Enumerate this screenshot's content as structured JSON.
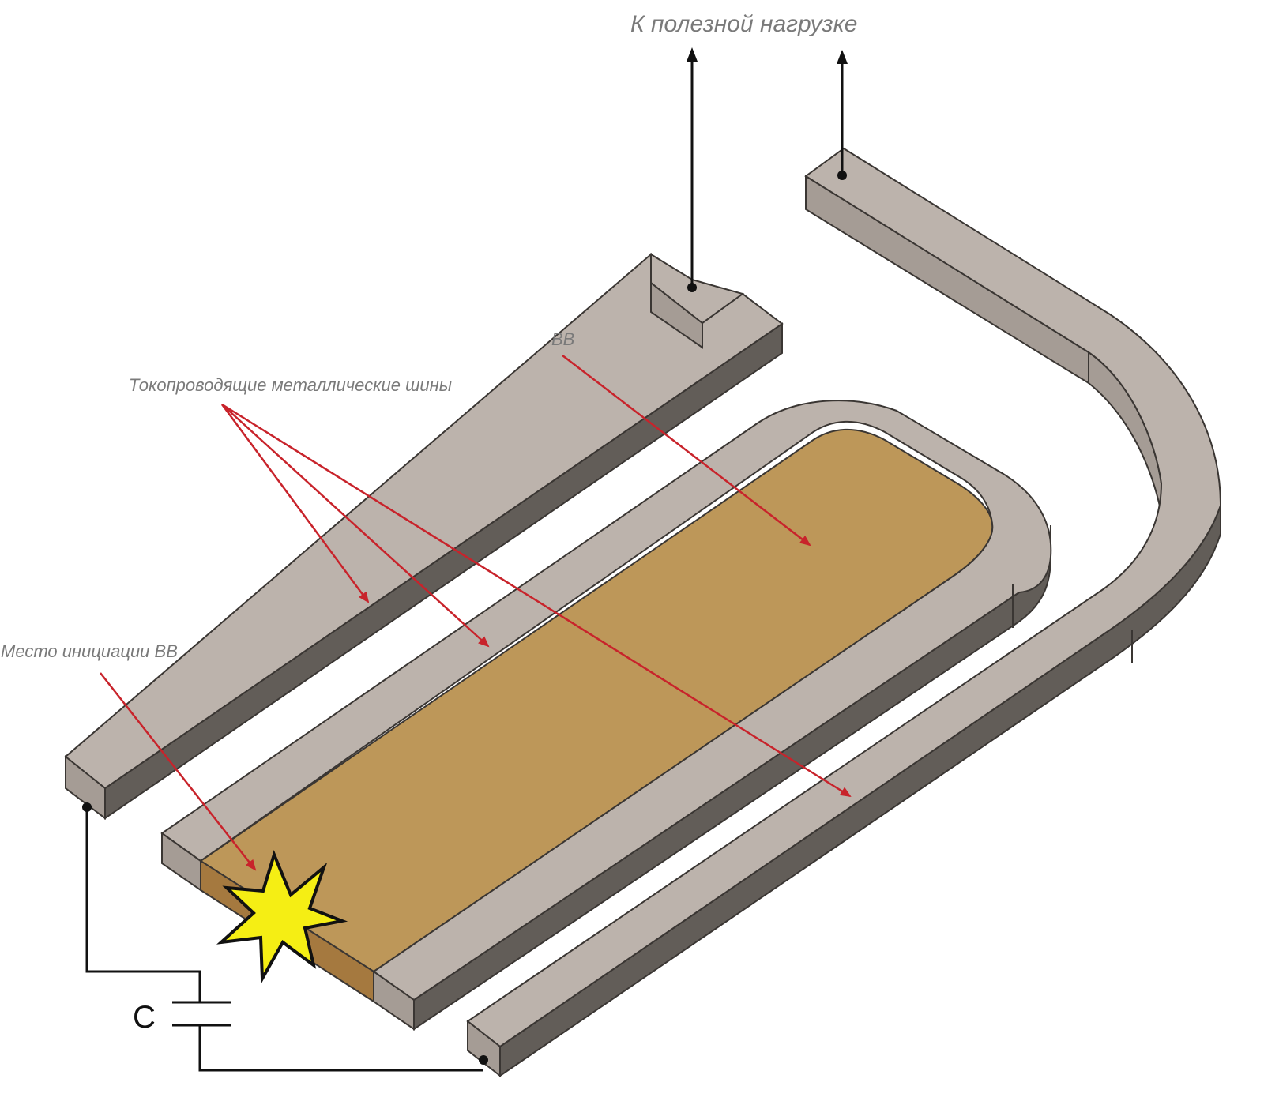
{
  "labels": {
    "to_load": "К полезной нагрузке",
    "explosive": "ВВ",
    "busbars": "Токопроводящие металлические шины",
    "initiation": "Место инициации ВВ",
    "capacitor": "C"
  },
  "colors": {
    "metal_top": "#bcb3ac",
    "metal_side_light": "#a59c95",
    "metal_side_dark": "#625d58",
    "explosive_top": "#bd9759",
    "explosive_side": "#a5793f",
    "star_fill": "#f5ee14",
    "arrow_red": "#c8232b",
    "wire_black": "#111111",
    "label_grey": "#7a7a7a"
  },
  "icons": {
    "blast": "explosion-star-icon",
    "capacitor": "capacitor-symbol-icon"
  }
}
